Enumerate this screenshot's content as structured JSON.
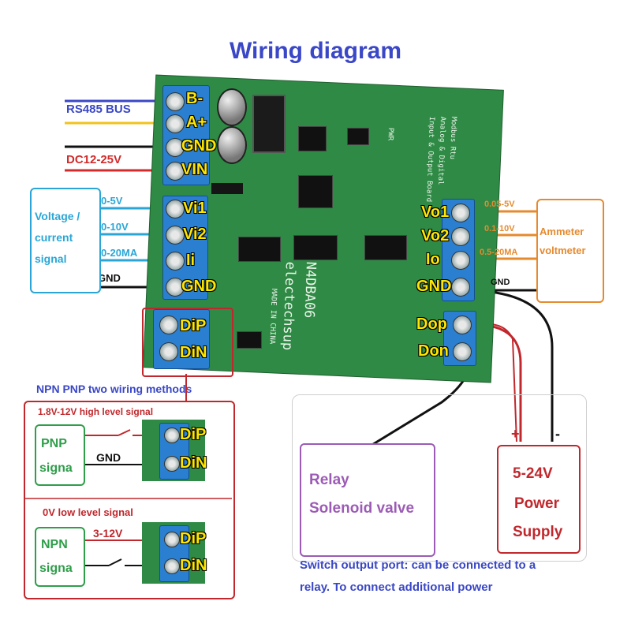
{
  "title": "Wiring diagram",
  "board": {
    "model": "N4DBA06",
    "brand": "electechsup",
    "made_in": "MADE IN CHINA",
    "pwr": "PWR",
    "board_desc_1": "Modbus Rtu",
    "board_desc_2": "Analog & Digital",
    "board_desc_3": "Input & Output Board"
  },
  "left_pins": [
    "B-",
    "A+",
    "GND",
    "VIN",
    "Vi1",
    "Vi2",
    "Ii",
    "GND",
    "DiP",
    "DiN"
  ],
  "right_pins": [
    "Vo1",
    "Vo2",
    "Io",
    "GND",
    "Dop",
    "Don"
  ],
  "labels": {
    "rs485": "RS485 BUS",
    "dc": "DC12-25V",
    "v_0_5": "0-5V",
    "v_0_10": "0-10V",
    "i_0_20": "0-20MA",
    "gnd_left": "GND",
    "out_0_05_5": "0.05-5V",
    "out_0_1_10": "0.1-10V",
    "out_0_5_20": "0.5-20MA",
    "gnd_right": "GND"
  },
  "input_box": {
    "line1": "Voltage /",
    "line2": "current",
    "line3": "signal"
  },
  "meter_box": {
    "line1": "Ammeter",
    "line2": "voltmeter"
  },
  "npn_pnp": {
    "heading": "NPN PNP two wiring methods",
    "high_signal": "1.8V-12V high level signal",
    "pnp_label_1": "PNP",
    "pnp_label_2": "signa",
    "gnd": "GND",
    "low_signal": "0V low level signal",
    "v3_12": "3-12V",
    "npn_label_1": "NPN",
    "npn_label_2": "signa",
    "dip": "DiP",
    "din": "DiN"
  },
  "relay_box": {
    "line1": "Relay",
    "line2": "Solenoid valve"
  },
  "power_box": {
    "line1": "5-24V",
    "line2": "Power",
    "line3": "Supply",
    "plus": "+",
    "minus": "-"
  },
  "caption": {
    "line1": "Switch output port: can be connected to a",
    "line2": "relay. To connect additional power"
  },
  "colors": {
    "title": "#3a47c6",
    "board": "#2f8a45",
    "terminal": "#2a7fd1",
    "pin_text": "#ffe600",
    "rs485_blue": "#3a47c6",
    "dc_red": "#d22b2b",
    "input_box": "#2aa6d6",
    "meter_box": "#e68a2e",
    "npn_box": "#2f9e4a",
    "relay_box": "#9c5bb5",
    "power_box": "#c0282d",
    "npn_red": "#c0282d"
  }
}
